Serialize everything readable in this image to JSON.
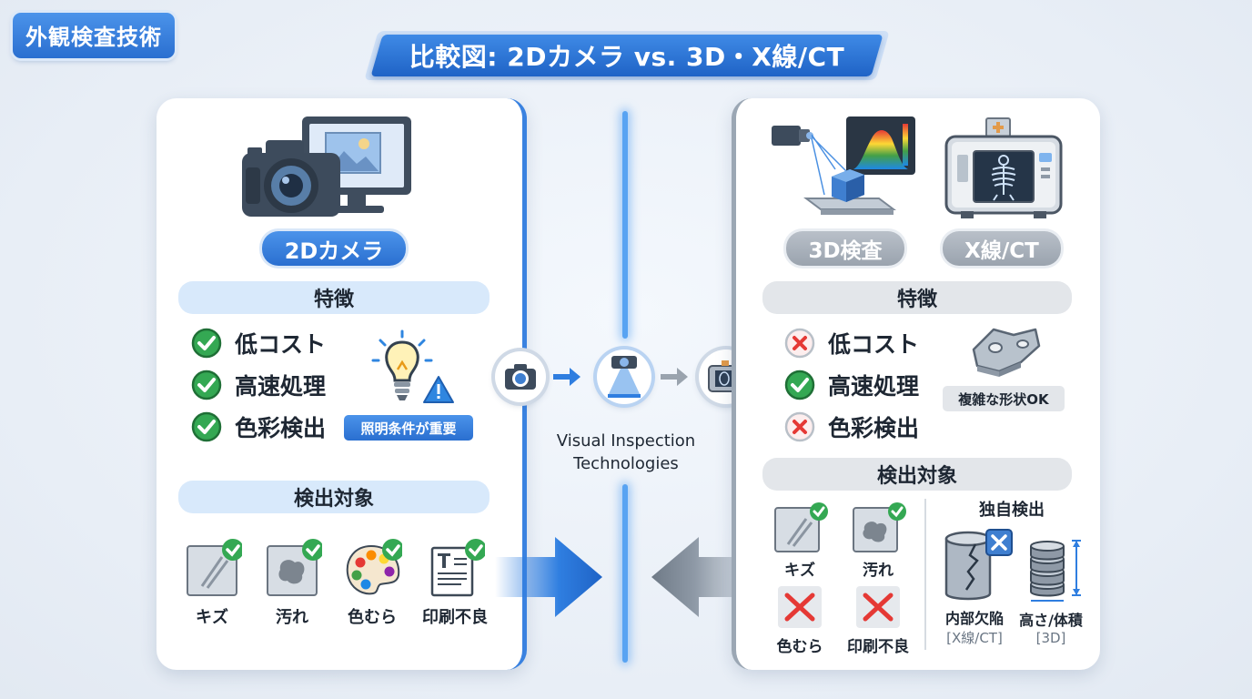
{
  "tag": "外観検査技術",
  "title": "比較図: 2Dカメラ vs. 3D・X線/CT",
  "center": {
    "line1": "Visual Inspection",
    "line2": "Technologies"
  },
  "left": {
    "name": "2Dカメラ",
    "features_header": "特徴",
    "features": [
      {
        "label": "低コスト",
        "status": "ok"
      },
      {
        "label": "高速処理",
        "status": "ok"
      },
      {
        "label": "色彩検出",
        "status": "ok"
      }
    ],
    "note": "照明条件が重要",
    "targets_header": "検出対象",
    "targets": [
      {
        "label": "キズ",
        "status": "ok"
      },
      {
        "label": "汚れ",
        "status": "ok"
      },
      {
        "label": "色むら",
        "status": "ok"
      },
      {
        "label": "印刷不良",
        "status": "ok"
      }
    ]
  },
  "right": {
    "name_3d": "3D検査",
    "name_xray": "X線/CT",
    "features_header": "特徴",
    "features": [
      {
        "label": "低コスト",
        "status": "ng"
      },
      {
        "label": "高速処理",
        "status": "ok"
      },
      {
        "label": "色彩検出",
        "status": "ng"
      }
    ],
    "note": "複雑な形状OK",
    "targets_header": "検出対象",
    "targets": [
      {
        "label": "キズ",
        "status": "ok"
      },
      {
        "label": "汚れ",
        "status": "ok"
      },
      {
        "label": "色むら",
        "status": "ng"
      },
      {
        "label": "印刷不良",
        "status": "ng"
      }
    ],
    "unique_header": "独自検出",
    "unique": [
      {
        "label": "内部欠陥",
        "sub": "[X線/CT]"
      },
      {
        "label": "高さ/体積",
        "sub": "[3D]"
      }
    ]
  },
  "colors": {
    "accent_blue": "#2a6fd0",
    "ok_green": "#34a853",
    "ng_red": "#e53935",
    "neutral_gray": "#9aa3ae"
  }
}
